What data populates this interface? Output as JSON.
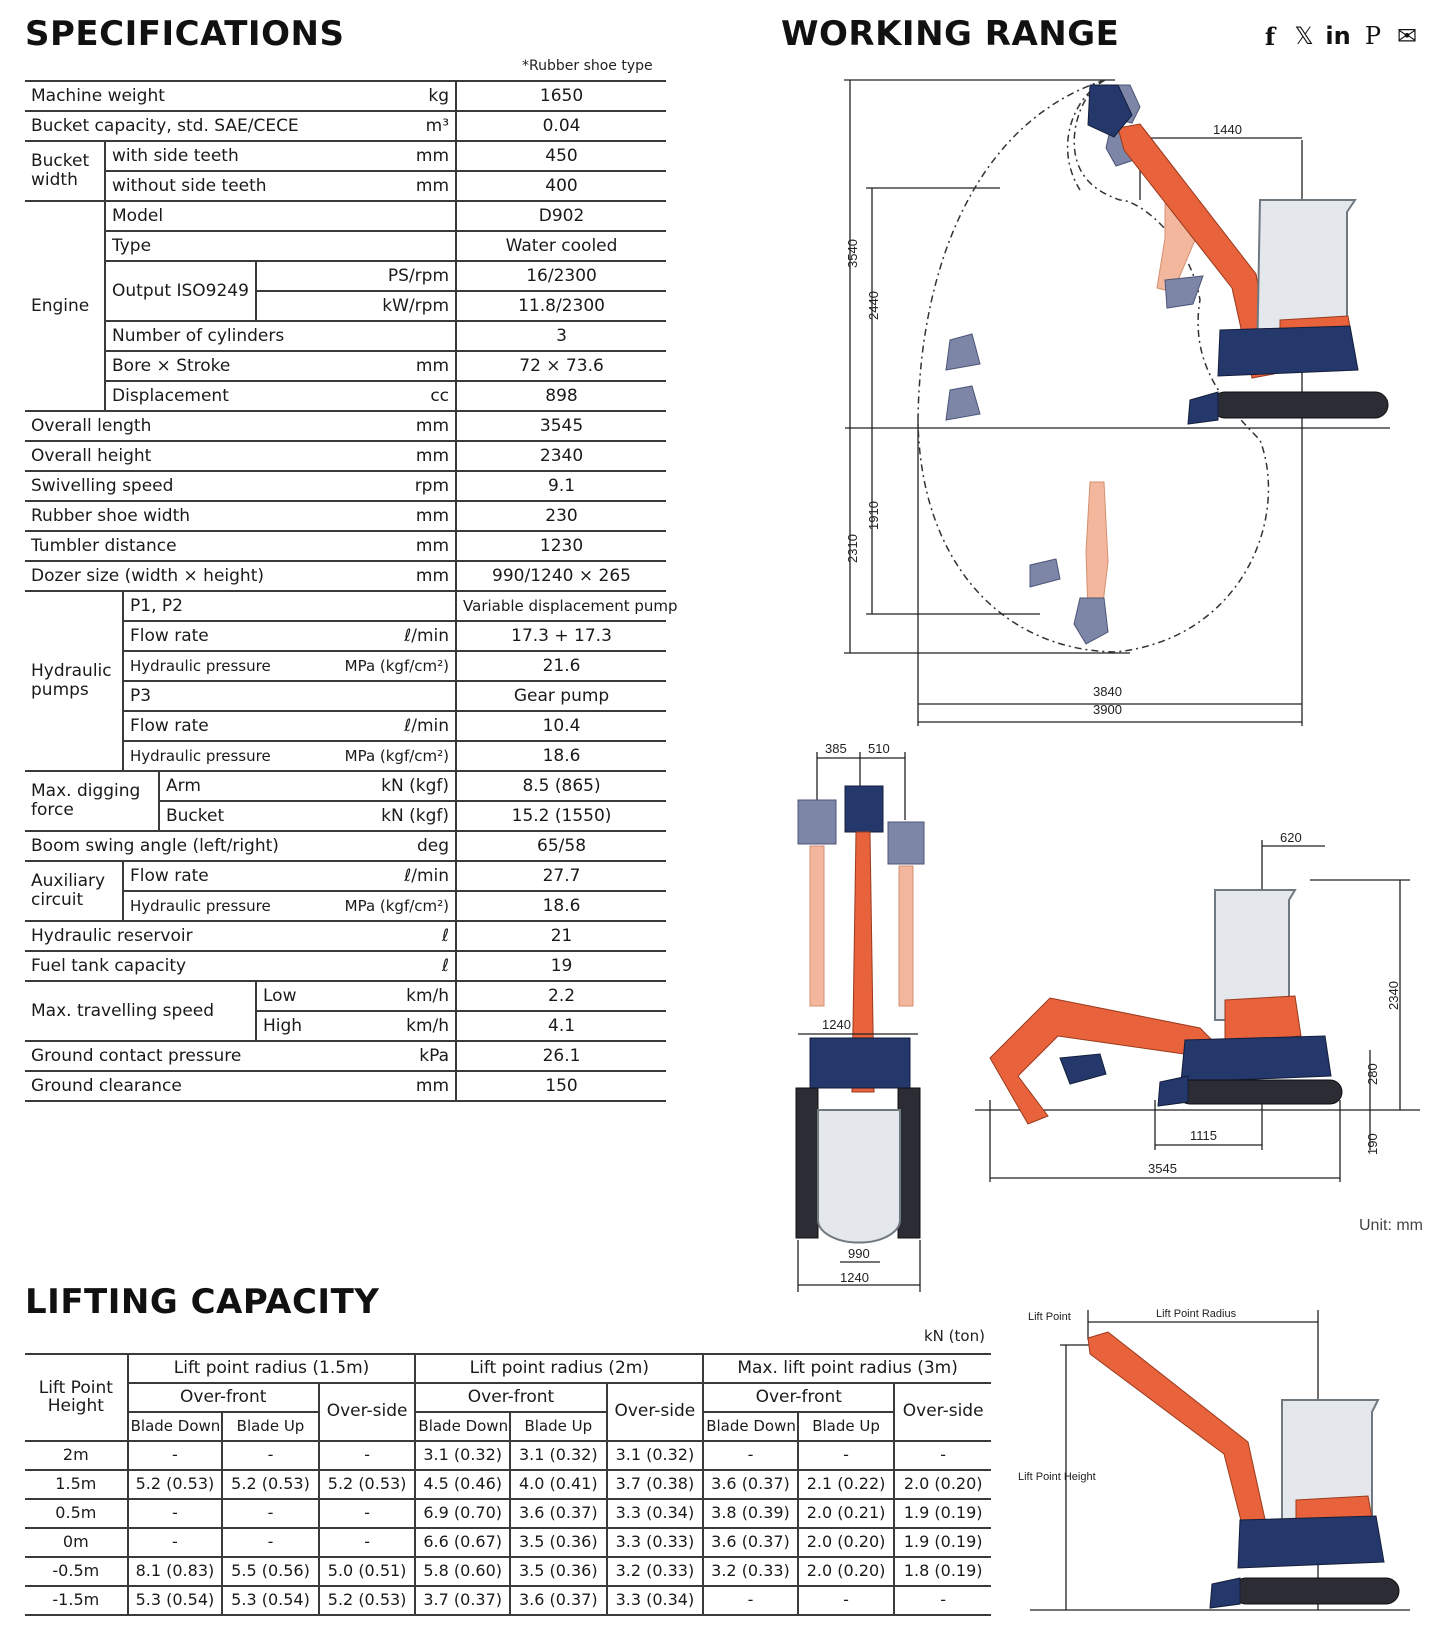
{
  "spec": {
    "title": "SPECIFICATIONS",
    "note": "*Rubber shoe type",
    "rows": [
      {
        "label": "Machine weight",
        "unit": "kg",
        "value": "1650"
      },
      {
        "label": "Bucket capacity, std. SAE/CECE",
        "unit": "m³",
        "value": "0.04"
      },
      {
        "group": "Bucket width",
        "label": "with side teeth",
        "unit": "mm",
        "value": "450"
      },
      {
        "label": "without side teeth",
        "unit": "mm",
        "value": "400"
      },
      {
        "group": "Engine",
        "label": "Model",
        "unit": "",
        "value": "D902"
      },
      {
        "label": "Type",
        "unit": "",
        "value": "Water cooled"
      },
      {
        "sub": "Output ISO9249",
        "label": "PS/rpm",
        "unit": "",
        "value": "16/2300"
      },
      {
        "label": "kW/rpm",
        "unit": "",
        "value": "11.8/2300"
      },
      {
        "label": "Number of cylinders",
        "unit": "",
        "value": "3"
      },
      {
        "label": "Bore × Stroke",
        "unit": "mm",
        "value": "72 × 73.6"
      },
      {
        "label": "Displacement",
        "unit": "cc",
        "value": "898"
      },
      {
        "label": "Overall length",
        "unit": "mm",
        "value": "3545"
      },
      {
        "label": "Overall height",
        "unit": "mm",
        "value": "2340"
      },
      {
        "label": "Swivelling speed",
        "unit": "rpm",
        "value": "9.1"
      },
      {
        "label": "Rubber shoe width",
        "unit": "mm",
        "value": "230"
      },
      {
        "label": "Tumbler distance",
        "unit": "mm",
        "value": "1230"
      },
      {
        "label": "Dozer size (width × height)",
        "unit": "mm",
        "value": "990/1240 × 265"
      },
      {
        "group": "Hydraulic pumps",
        "label": "P1, P2",
        "unit": "",
        "value": "Variable displacement pump"
      },
      {
        "label": "Flow rate",
        "unit": "ℓ/min",
        "value": "17.3 + 17.3"
      },
      {
        "label": "Hydraulic pressure",
        "unit": "MPa (kgf/cm²)",
        "value": "21.6"
      },
      {
        "label": "P3",
        "unit": "",
        "value": "Gear pump"
      },
      {
        "label": "Flow rate",
        "unit": "ℓ/min",
        "value": "10.4"
      },
      {
        "label": "Hydraulic pressure",
        "unit": "MPa (kgf/cm²)",
        "value": "18.6"
      },
      {
        "group": "Max. digging force",
        "label": "Arm",
        "unit": "kN (kgf)",
        "value": "8.5 (865)"
      },
      {
        "label": "Bucket",
        "unit": "kN (kgf)",
        "value": "15.2 (1550)"
      },
      {
        "label": "Boom swing angle (left/right)",
        "unit": "deg",
        "value": "65/58"
      },
      {
        "group": "Auxiliary circuit",
        "label": "Flow rate",
        "unit": "ℓ/min",
        "value": "27.7"
      },
      {
        "label": "Hydraulic pressure",
        "unit": "MPa (kgf/cm²)",
        "value": "18.6"
      },
      {
        "label": "Hydraulic reservoir",
        "unit": "ℓ",
        "value": "21"
      },
      {
        "label": "Fuel tank capacity",
        "unit": "ℓ",
        "value": "19"
      },
      {
        "group": "Max. travelling speed",
        "label": "Low",
        "unit": "km/h",
        "value": "2.2"
      },
      {
        "label": "High",
        "unit": "km/h",
        "value": "4.1"
      },
      {
        "label": "Ground contact pressure",
        "unit": "kPa",
        "value": "26.1"
      },
      {
        "label": "Ground clearance",
        "unit": "mm",
        "value": "150"
      }
    ]
  },
  "working": {
    "title": "WORKING RANGE",
    "unit_note": "Unit: mm",
    "dims": {
      "d1440": "1440",
      "d3540": "3540",
      "d2440": "2440",
      "d2310": "2310",
      "d1910": "1910",
      "d3840": "3840",
      "d3900": "3900",
      "d385": "385",
      "d510": "510",
      "d1240a": "1240",
      "d990": "990",
      "d1240b": "1240",
      "d620": "620",
      "d2340": "2340",
      "d280": "280",
      "d190": "190",
      "d1115": "1115",
      "d3545": "3545"
    }
  },
  "social": [
    "f",
    "𝕏",
    "in",
    "P",
    "✉"
  ],
  "lift": {
    "title": "LIFTING CAPACITY",
    "unit": "kN (ton)",
    "col_head": "Lift Point Height",
    "groups": [
      "Lift point radius (1.5m)",
      "Lift point radius (2m)",
      "Max. lift point radius (3m)"
    ],
    "over_front": "Over-front",
    "over_side": "Over-side",
    "blade_down": "Blade Down",
    "blade_up": "Blade Up",
    "rows": [
      [
        "2m",
        "-",
        "-",
        "-",
        "3.1 (0.32)",
        "3.1 (0.32)",
        "3.1 (0.32)",
        "-",
        "-",
        "-"
      ],
      [
        "1.5m",
        "5.2 (0.53)",
        "5.2 (0.53)",
        "5.2 (0.53)",
        "4.5 (0.46)",
        "4.0 (0.41)",
        "3.7 (0.38)",
        "3.6 (0.37)",
        "2.1 (0.22)",
        "2.0 (0.20)"
      ],
      [
        "0.5m",
        "-",
        "-",
        "-",
        "6.9 (0.70)",
        "3.6 (0.37)",
        "3.3 (0.34)",
        "3.8 (0.39)",
        "2.0 (0.21)",
        "1.9 (0.19)"
      ],
      [
        "0m",
        "-",
        "-",
        "-",
        "6.6 (0.67)",
        "3.5 (0.36)",
        "3.3 (0.33)",
        "3.6 (0.37)",
        "2.0 (0.20)",
        "1.9 (0.19)"
      ],
      [
        "-0.5m",
        "8.1 (0.83)",
        "5.5 (0.56)",
        "5.0 (0.51)",
        "5.8 (0.60)",
        "3.5 (0.36)",
        "3.2 (0.33)",
        "3.2 (0.33)",
        "2.0 (0.20)",
        "1.8 (0.19)"
      ],
      [
        "-1.5m",
        "5.3 (0.54)",
        "5.3 (0.54)",
        "5.2 (0.53)",
        "3.7 (0.37)",
        "3.6 (0.37)",
        "3.3 (0.34)",
        "-",
        "-",
        "-"
      ]
    ],
    "diagram": {
      "lift_point": "Lift Point",
      "lift_point_radius": "Lift Point Radius",
      "lift_point_height": "Lift Point Height"
    }
  }
}
